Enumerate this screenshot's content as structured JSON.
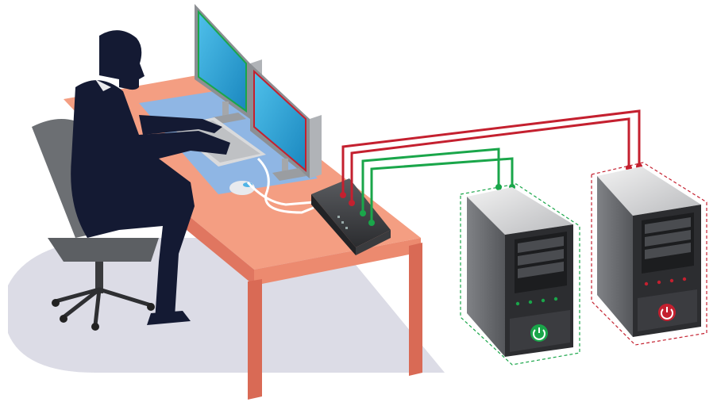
{
  "scene": {
    "description_visible_text": "",
    "elements": {
      "operator": "user-silhouette",
      "chair": "office-chair",
      "desk": "desk",
      "monitors": [
        "monitor-green",
        "monitor-red"
      ],
      "keyboard": "keyboard",
      "mouse": "mouse",
      "kvm_switch": "kvm-switch",
      "computers": [
        "computer-green",
        "computer-red"
      ]
    }
  },
  "colors": {
    "desk_top": "#f49e82",
    "desk_leg": "#e07660",
    "mat": "#8fb6e4",
    "green_link": "#1aa64a",
    "red_link": "#c4202f",
    "silhouette": "#141a33",
    "chair": "#6a6d70",
    "shadow": "#d9d9e3",
    "tower_body": "#5f6165",
    "tower_front": "#2c2d30",
    "screen_blue": "#2a9ed0"
  },
  "icons": {
    "power_green": "power-icon",
    "power_red": "power-icon"
  }
}
